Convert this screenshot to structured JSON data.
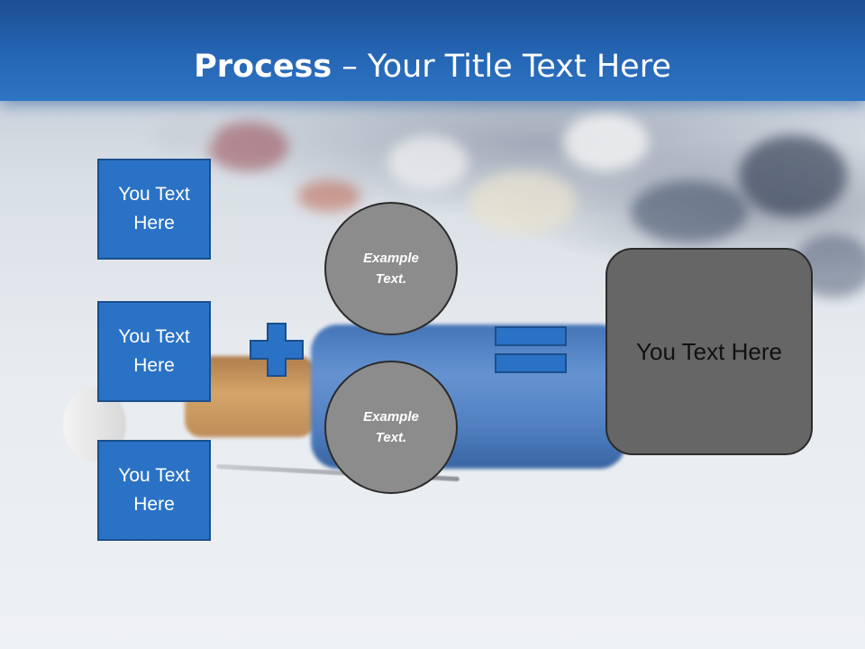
{
  "slide": {
    "title_strong": "Process",
    "title_rest": " – Your Title Text Here"
  },
  "left_boxes": [
    {
      "label": "You Text Here"
    },
    {
      "label": "You Text Here"
    },
    {
      "label": "You Text Here"
    }
  ],
  "circles": [
    {
      "label": "Example Text."
    },
    {
      "label": "Example Text."
    }
  ],
  "result": {
    "label": "You Text Here"
  },
  "colors": {
    "header_blue": "#2566b4",
    "box_blue": "#2a72c5",
    "circle_gray": "#8c8c8c",
    "result_gray": "#666666"
  },
  "icons": [
    "plus-icon",
    "equals-icon"
  ]
}
